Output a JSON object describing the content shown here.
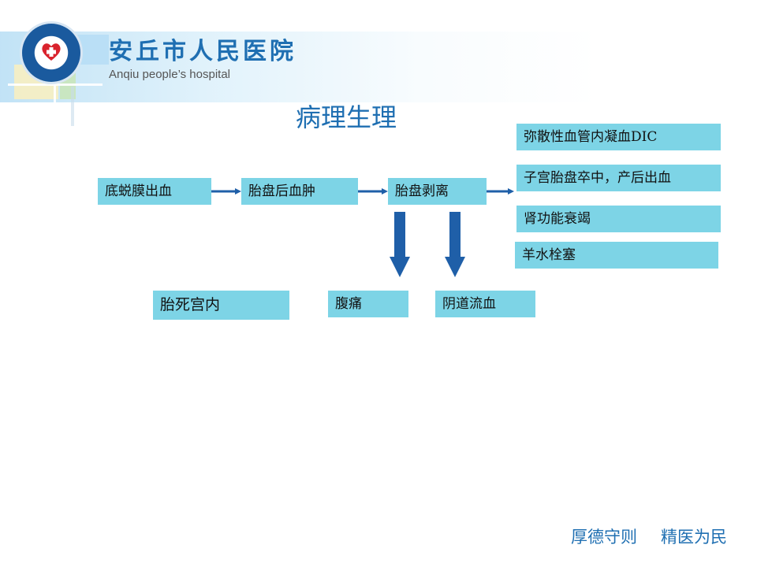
{
  "header": {
    "hospital_name_cn": "安丘市人民医院",
    "hospital_name_en": "Anqiu  people’s  hospital",
    "logo_icon": "hospital-logo-icon"
  },
  "slide": {
    "title": "病理生理"
  },
  "flow": {
    "chain": [
      "底蜕膜出血",
      "胎盘后血肿",
      "胎盘剥离"
    ],
    "complications": [
      "弥散性血管内凝血DIC",
      "子宫胎盘卒中，产后出血",
      "肾功能衰竭",
      "羊水栓塞"
    ],
    "outcomes": [
      "胎死宫内",
      "腹痛",
      "阴道流血"
    ]
  },
  "footer": {
    "motto_1": "厚德守则",
    "motto_2": "精医为民"
  },
  "colors": {
    "box_fill": "#7dd4e6",
    "arrow_blue": "#1f5fa8",
    "brand_blue": "#1f6fb2"
  }
}
